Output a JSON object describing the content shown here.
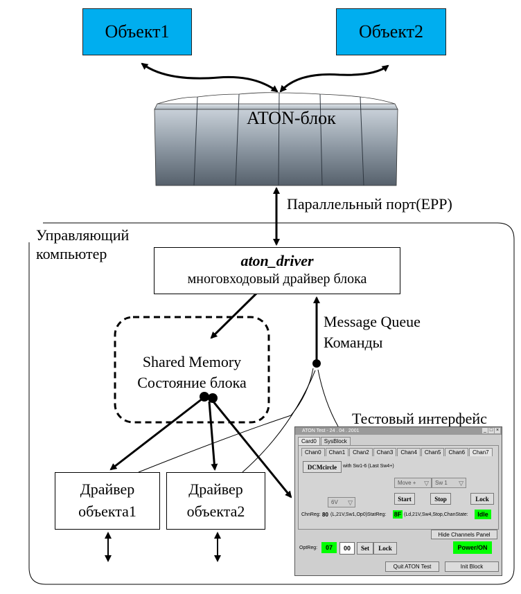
{
  "objects": {
    "obj1": "Объект1",
    "obj2": "Объект2"
  },
  "aton_block": {
    "label": "ATON-блок"
  },
  "parallel_port": {
    "label": "Параллельный порт(EPP)"
  },
  "computer": {
    "line1": "Управляющий",
    "line2": "компьютер"
  },
  "driver": {
    "name": "aton_driver",
    "desc": "многовходовый драйвер блока"
  },
  "shared_memory": {
    "line1": "Shared Memory",
    "line2": "Состояние блока"
  },
  "message_queue": {
    "line1": "Message Queue",
    "line2": "Команды"
  },
  "obj_drivers": [
    {
      "line1": "Драйвер",
      "line2": "объекта1"
    },
    {
      "line1": "Драйвер",
      "line2": "объекта2"
    }
  ],
  "test_interface": {
    "label": "Тестовый интерфейс"
  },
  "window": {
    "title": "ATON Test - 24 . 04 . 2001",
    "top_tabs": [
      "Card0",
      "SysBlock"
    ],
    "chan_tabs": [
      "Chan0",
      "Chan1",
      "Chan2",
      "Chan3",
      "Chan4",
      "Chan5",
      "Chan6",
      "Chan7"
    ],
    "dcmcircle": "DCMcircle",
    "dc_note": "with Sw1-6 (Last Sw4+)",
    "move_combo": "Move +",
    "sw_combo": "Sw 1",
    "volt_combo": "6V",
    "start": "Start",
    "stop": "Stop",
    "lock": "Lock",
    "chn_reg_label": "ChnReg:",
    "chn_reg_value": "80",
    "chn_reg_desc": "(L,21V,Sw1,Op0)StatReg:",
    "stat_reg_value": "8F",
    "stat_reg_desc": "(Ld,21V,Sw4,Stop,ChanState:",
    "chan_state": "Idle",
    "hide_panel": "Hide Channels Panel",
    "opt_reg_label": "OptReg:",
    "opt_reg_value": "07",
    "opt_reg_input": "00",
    "set": "Set",
    "lock2": "Lock",
    "power": "Power/ON",
    "quit": "Quit ATON Test",
    "init": "Init Block"
  }
}
